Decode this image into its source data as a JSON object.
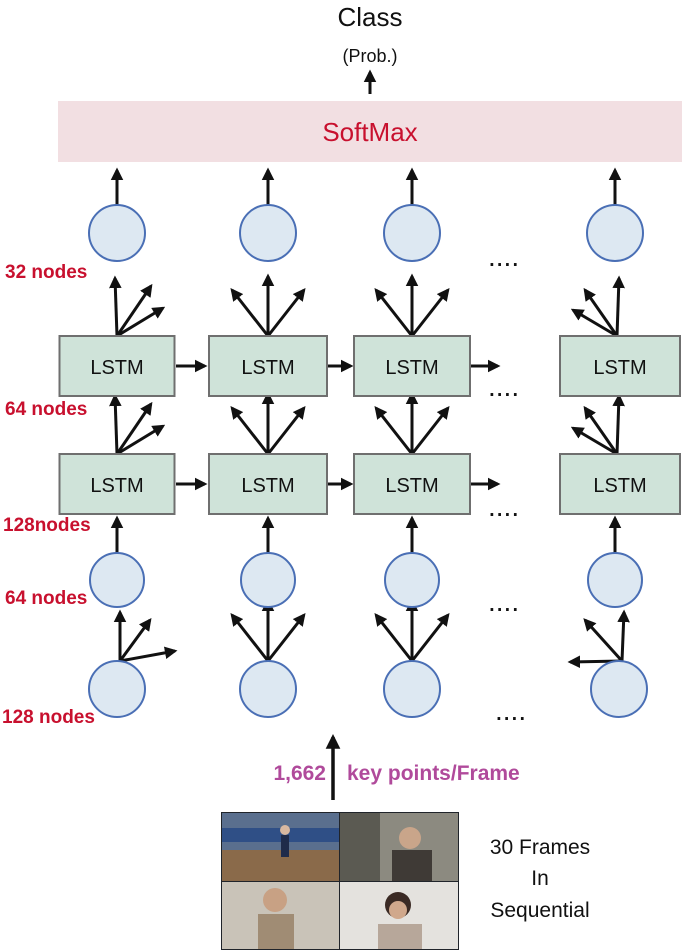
{
  "output": {
    "title": "Class",
    "subtitle": "(Prob.)"
  },
  "softmax": {
    "label": "SoftMax",
    "fill": "#f2dfe2",
    "text_color": "#c8102e"
  },
  "lstm": {
    "label": "LSTM",
    "fill": "#cfe3d9",
    "stroke": "#6f6f6f"
  },
  "node": {
    "fill": "#dde8f2",
    "stroke": "#4a6fb5"
  },
  "label_color": "#c8102e",
  "layers": {
    "output_nodes": "32 nodes",
    "lstm_top": "64 nodes",
    "lstm_bottom": "128nodes",
    "dense_top": "64 nodes",
    "dense_bottom": "128 nodes"
  },
  "ellipsis": "....",
  "input": {
    "count": "1,662",
    "text": "key points/Frame",
    "color": "#b04a9b"
  },
  "frames": {
    "line1": "30 Frames",
    "line2": "In",
    "line3": "Sequential"
  }
}
